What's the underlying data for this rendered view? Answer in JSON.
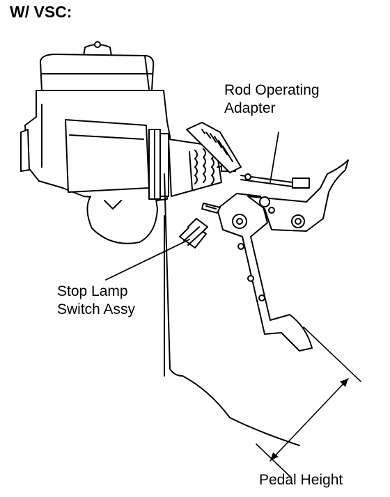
{
  "title": "W/ VSC:",
  "labels": {
    "rod_operating_adapter": [
      "Rod Operating",
      "Adapter"
    ],
    "stop_lamp_switch": [
      "Stop Lamp",
      "Switch Assy"
    ],
    "pedal_height": "Pedal Height"
  },
  "colors": {
    "line": "#000000",
    "background": "#ffffff"
  }
}
